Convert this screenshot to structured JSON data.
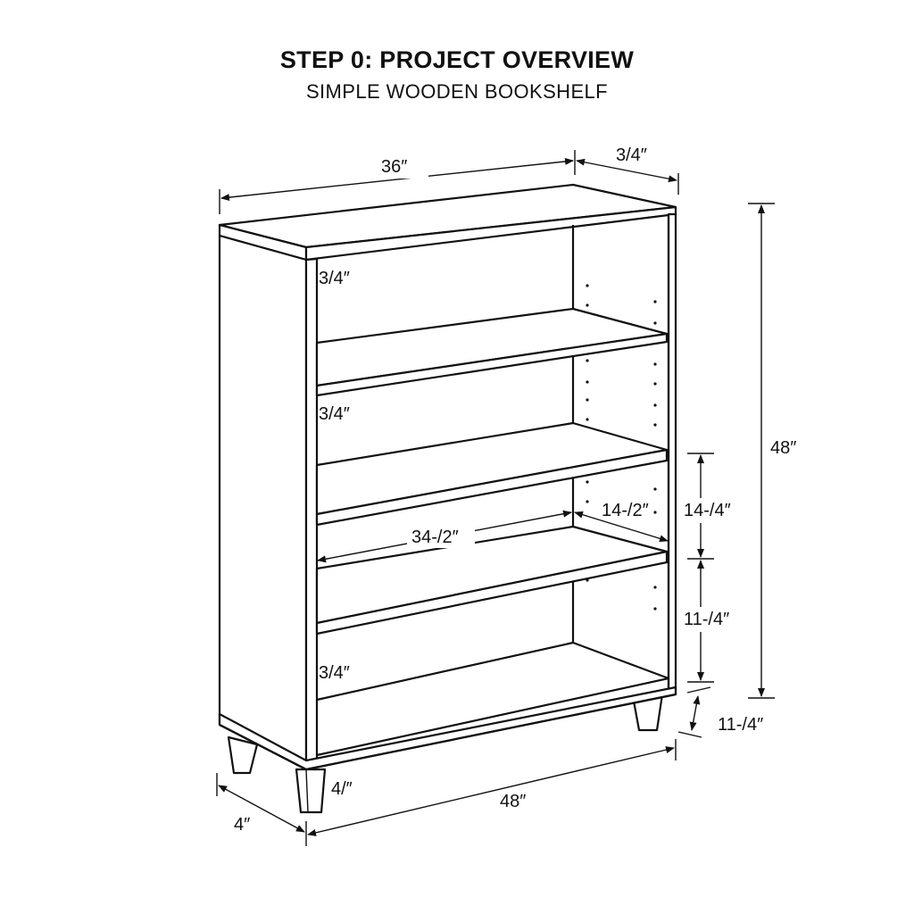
{
  "header": {
    "title": "STEP 0: PROJECT OVERVIEW",
    "subtitle": "SIMPLE WOODEN BOOKSHELF"
  },
  "dimensions": {
    "top_width": "36″",
    "top_depth": "3/4″",
    "overall_height": "48″",
    "shelf_thickness_1": "3/4″",
    "shelf_thickness_2": "3/4″",
    "shelf_thickness_3": "3/4″",
    "shelf_width": "34-/2″",
    "shelf_depth": "14-/2″",
    "shelf_spacing_upper": "14-/4″",
    "shelf_spacing_lower": "11-/4″",
    "leg_height": "11-/4″",
    "leg_label": "4/″",
    "base_depth": "4″",
    "base_width": "48″"
  }
}
